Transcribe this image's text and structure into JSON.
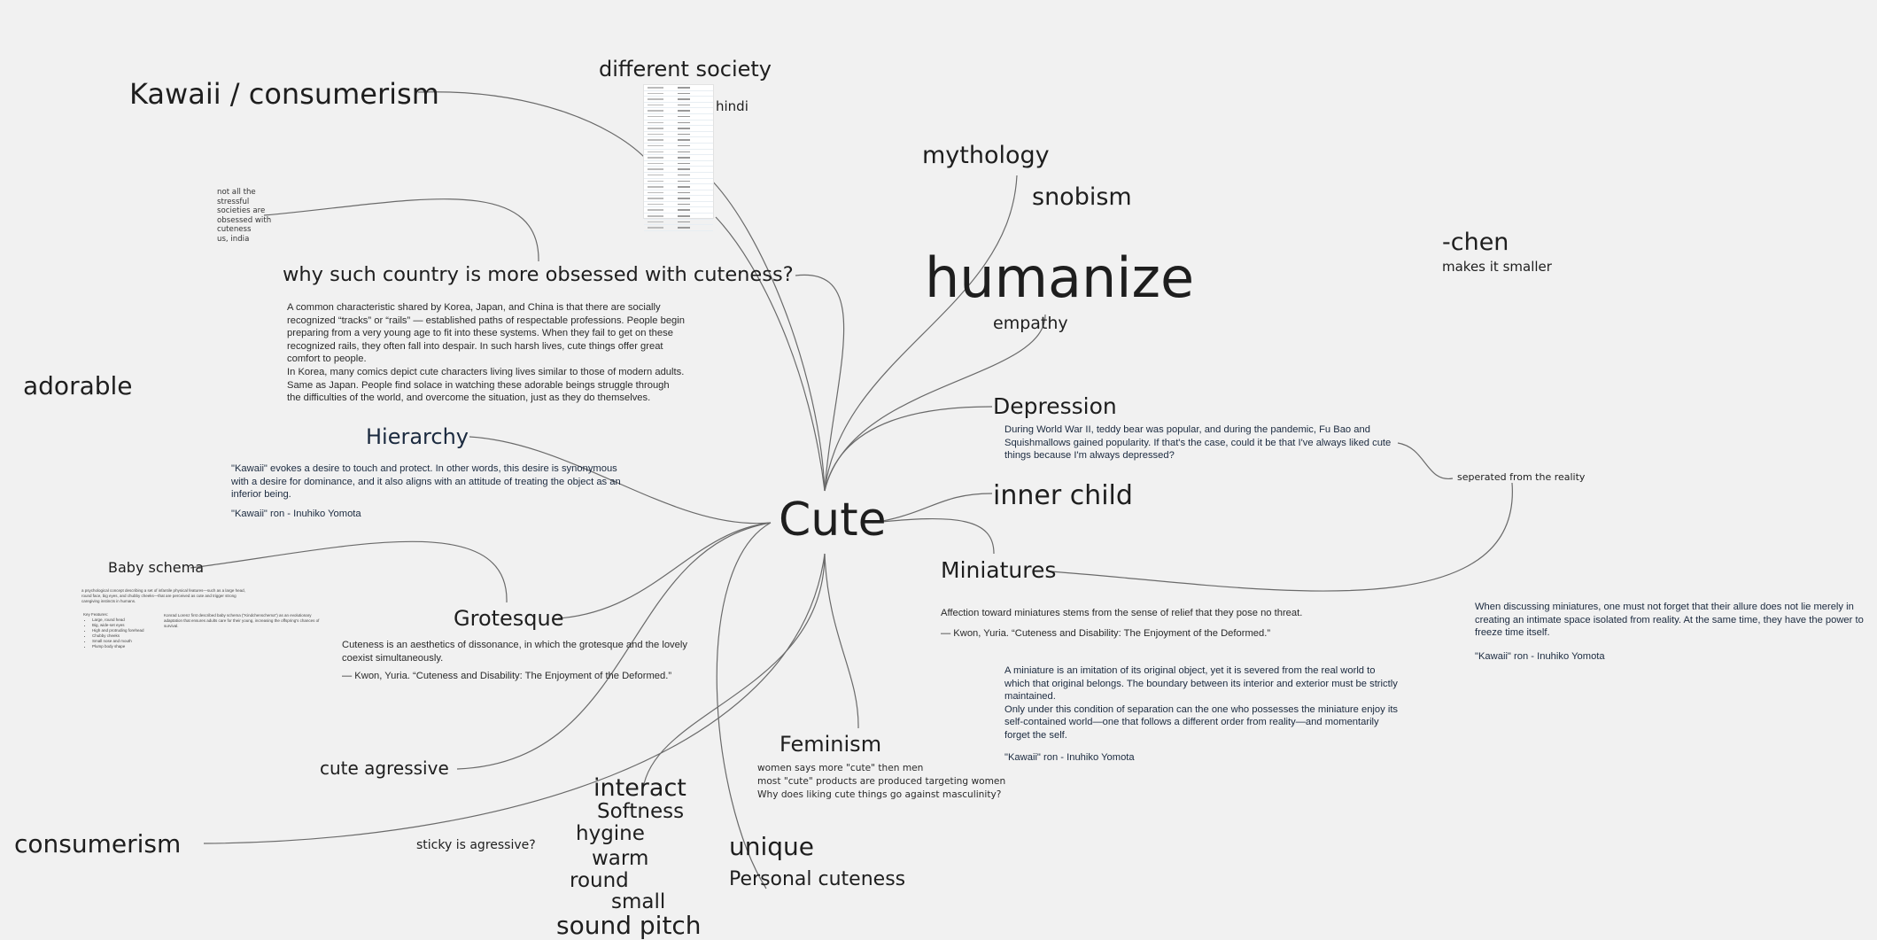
{
  "nodes": {
    "different_society": "different society",
    "kawaii_consumerism": "Kawaii / consumerism",
    "hindi": "hindi",
    "not_all": [
      "not all the",
      "stressful",
      "societies are",
      "obsessed with",
      "cuteness",
      "us, india"
    ],
    "why_such": "why such country is more obsessed with cuteness?",
    "why_text": [
      "A common characteristic shared by Korea, Japan, and China is that there are socially recognized “tracks” or “rails” — established paths of respectable professions. People begin preparing from a very young age to fit into these systems. When they fail to get on these recognized rails, they often fall into despair. In such harsh lives, cute things offer great comfort to people.",
      "In Korea, many comics depict cute characters living lives similar to those of modern adults. Same as Japan. People find solace in watching these adorable beings struggle through the difficulties of the world, and overcome the situation, just as they do themselves."
    ],
    "adorable": "adorable",
    "hierarchy": "Hierarchy",
    "hierarchy_text": "\"Kawaii\" evokes a desire to touch and protect. In other words, this desire is synonymous with a desire for dominance, and it also aligns with an attitude of treating the object as an inferior being.",
    "hierarchy_source": "\"Kawaii\" ron - Inuhiko Yomota",
    "baby_schema": "Baby schema",
    "baby_desc": "a psychological concept describing a set of infantile physical features—such as a large head, round face, big eyes, and chubby cheeks—that are perceived as cute and trigger strong caregiving instincts in humans.",
    "baby_key": "Key Features:",
    "baby_features": [
      "Large, round head",
      "Big, wide-set eyes",
      "High and protruding forehead",
      "Chubby cheeks",
      "Small nose and mouth",
      "Plump body shape"
    ],
    "baby_lorenz": "Konrad Lorenz first described baby schema (\"Kindchenschema\") as an evolutionary adaptation that ensures adults care for their young, increasing the offspring's chances of survival.",
    "grotesque": "Grotesque",
    "grotesque_text": "Cuteness is an aesthetics of dissonance, in which the grotesque and the lovely coexist simultaneously.",
    "grotesque_source": "— Kwon, Yuria. “Cuteness and Disability: The Enjoyment of the Deformed.”",
    "cute_agressive": "cute agressive",
    "consumerism": "consumerism",
    "sticky": "sticky is agressive?",
    "interact": "interact",
    "softness": "Softness",
    "hygine": "hygine",
    "warm": "warm",
    "round": "round",
    "small": "small",
    "sound_pitch": "sound pitch",
    "cute": "Cute",
    "mythology": "mythology",
    "snobism": "snobism",
    "humanize": "humanize",
    "empathy": "empathy",
    "chen": "-chen",
    "chen_note": "makes it smaller",
    "depression": "Depression",
    "depression_text": "During World War II, teddy bear was popular, and during the pandemic, Fu Bao and Squishmallows gained popularity. If that's the case, could it be that I've always liked cute things because I'm always depressed?",
    "separated": "seperated from the reality",
    "inner_child": "inner child",
    "miniatures": "Miniatures",
    "mini_text1": "Affection toward miniatures stems from the sense of relief that they pose no threat.",
    "mini_source1": "— Kwon, Yuria. “Cuteness and Disability: The Enjoyment of the Deformed.”",
    "mini_text2": [
      "A miniature is an imitation of its original object, yet it is severed from the real world to which that original belongs. The boundary between its interior and exterior must be strictly maintained.",
      " Only under this condition of separation can the one who possesses the miniature enjoy its self-contained world—one that follows a different order from reality—and momentarily forget the self."
    ],
    "mini_source2": "\"Kawaii\" ron - Inuhiko Yomota",
    "mini_text3": "When discussing miniatures, one must not forget that their allure does not lie merely in creating an intimate space isolated from reality. At the same time, they have the power to freeze time itself.",
    "mini_source3": "\"Kawaii\" ron - Inuhiko Yomota",
    "feminism": "Feminism",
    "feminism_notes": [
      "women says more \"cute\" then men",
      "most \"cute\" products are produced targeting women",
      " Why does liking cute things go against masculinity?"
    ],
    "unique": "unique",
    "personal": "Personal cuteness"
  },
  "colors": {
    "background": "#f1f1f1",
    "text": "#1e1e1e",
    "navy": "#1b2a3f",
    "connector": "#6a6a6a"
  }
}
